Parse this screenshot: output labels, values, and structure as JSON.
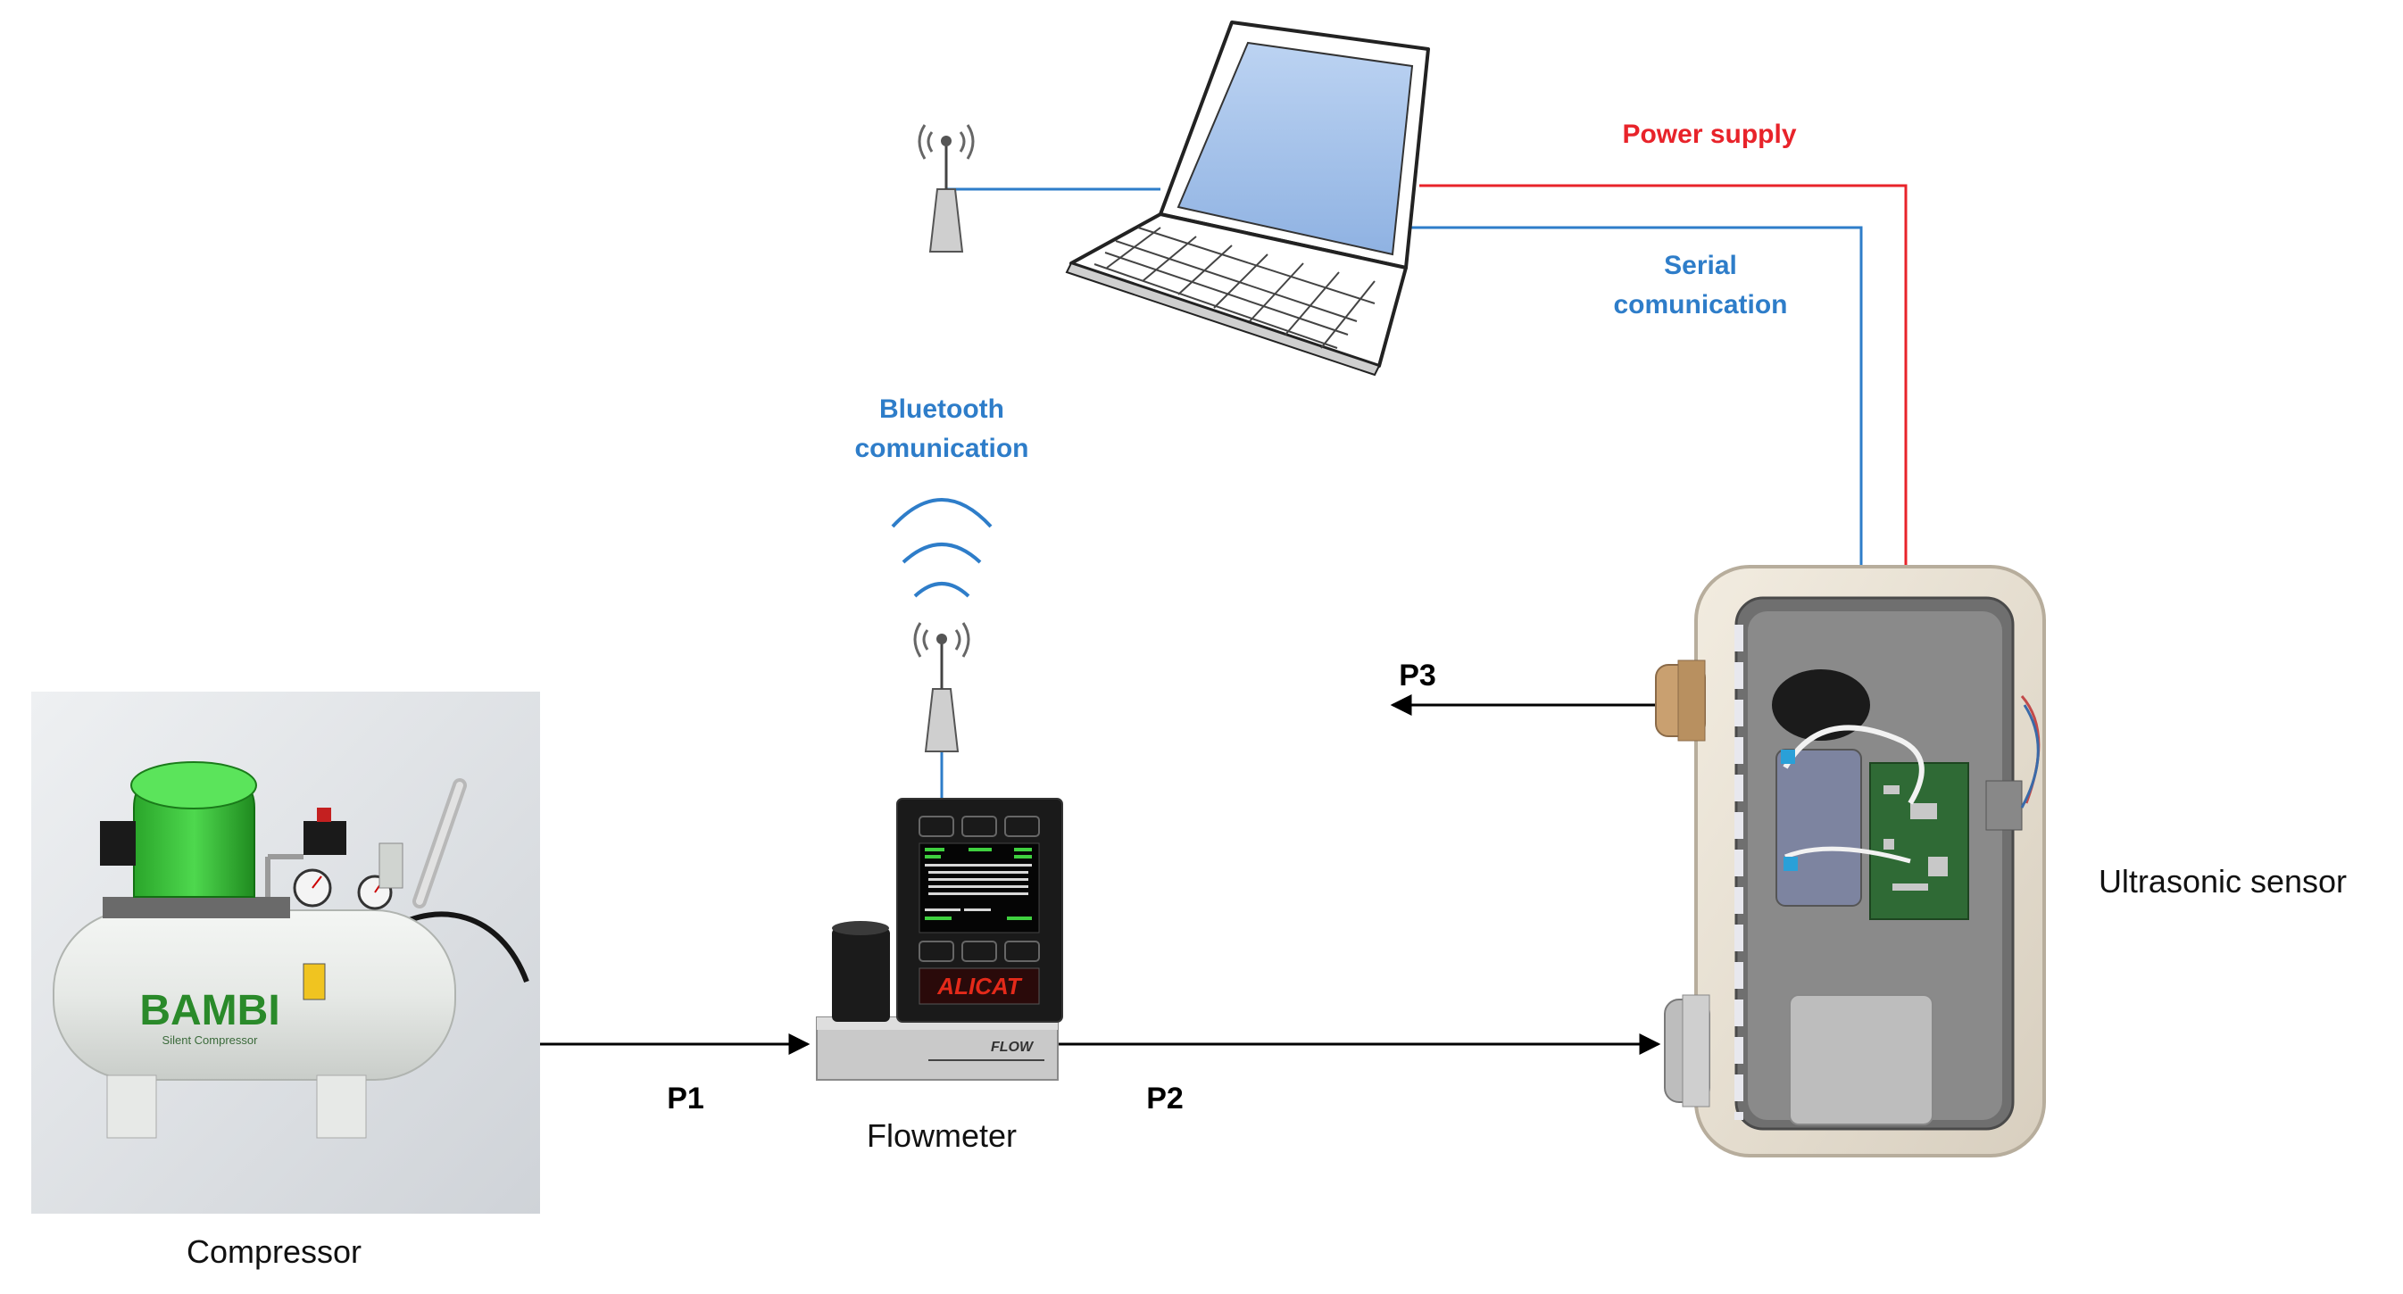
{
  "labels": {
    "power_supply": "Power supply",
    "serial_line1": "Serial",
    "serial_line2": "comunication",
    "bluetooth_line1": "Bluetooth",
    "bluetooth_line2": "comunication",
    "p1": "P1",
    "p2": "P2",
    "p3": "P3",
    "compressor": "Compressor",
    "flowmeter": "Flowmeter",
    "ultrasonic_sensor": "Ultrasonic sensor"
  },
  "device_text": {
    "compressor_brand": "BAMBI",
    "compressor_subtitle": "Silent Compressor",
    "flowmeter_brand": "ALICAT",
    "flowmeter_flow": "FLOW"
  },
  "colors": {
    "serial_line": "#2e7dc9",
    "power_line": "#e8232a",
    "bluetooth_line": "#2e7dc9",
    "flow_line": "#000000"
  }
}
